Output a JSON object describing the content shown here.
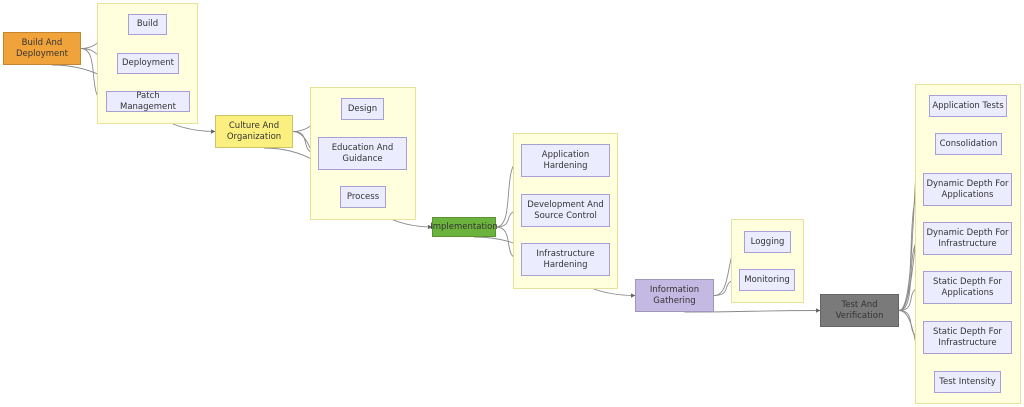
{
  "colors": {
    "group_bg": "#ffffde",
    "group_border": "#e6e29a",
    "leaf_bg": "#ececff",
    "leaf_border": "#a89fd9",
    "edge": "#8a8a8a"
  },
  "categories": {
    "build": {
      "label": "Build And\nDeployment",
      "color": "#f0a33a"
    },
    "culture": {
      "label": "Culture And\nOrganization",
      "color": "#fbef80"
    },
    "impl": {
      "label": "Implementation",
      "color": "#6cb33e"
    },
    "info": {
      "label": "Information\nGathering",
      "color": "#c3b9e2"
    },
    "test": {
      "label": "Test And\nVerification",
      "color": "#7a7a7a"
    }
  },
  "items": {
    "build": [
      "Build",
      "Deployment",
      "Patch Management"
    ],
    "culture": [
      "Design",
      "Education And\nGuidance",
      "Process"
    ],
    "impl": [
      "Application\nHardening",
      "Development And\nSource Control",
      "Infrastructure\nHardening"
    ],
    "info": [
      "Logging",
      "Monitoring"
    ],
    "test": [
      "Application Tests",
      "Consolidation",
      "Dynamic Depth For\nApplications",
      "Dynamic Depth For\nInfrastructure",
      "Static Depth For\nApplications",
      "Static Depth For\nInfrastructure",
      "Test Intensity"
    ]
  }
}
